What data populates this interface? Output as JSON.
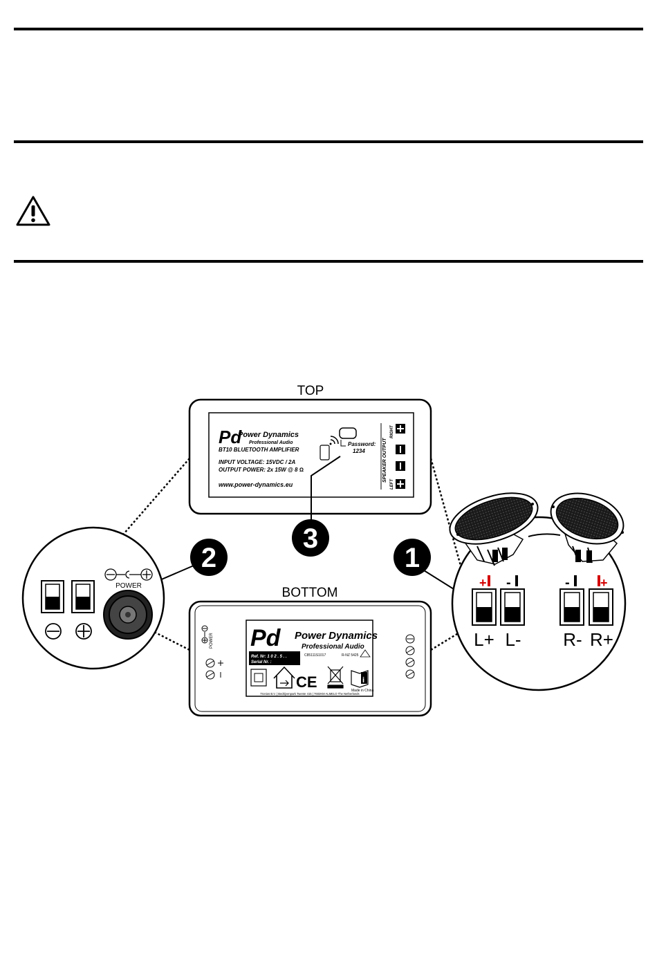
{
  "diagram": {
    "top_label": "TOP",
    "bottom_label": "BOTTOM",
    "callouts": [
      "1",
      "2",
      "3"
    ],
    "top_panel": {
      "brand": "Power Dynamics",
      "brand_sub": "Professional Audio",
      "model": "BT10 BLUETOOTH AMPLIFIER",
      "input_voltage": "INPUT VOLTAGE:    15VDC / 2A",
      "output_power": "OUTPUT POWER: 2x 15W @ 8 Ω",
      "website": "www.power-dynamics.eu",
      "password_label": "Password:",
      "password_value": "1234",
      "speaker_output": "SPEAKER OUTPUT",
      "right": "RIGHT",
      "left": "LEFT"
    },
    "bottom_panel": {
      "brand": "Power Dynamics",
      "brand_sub": "Professional Audio",
      "ref_no": "Ref. Nr:    1 0 2 . 5 . .",
      "serial_no": "Serial Nr.  :",
      "cert_code": "C85111S1017",
      "rcm_code": "R-NZ 5425",
      "made_in": "Made in China",
      "address": "Tronios B.V. | Bedrijvenpark Twente 415 | 7602KM ALMELO The Netherlands",
      "power_label": "POWER"
    },
    "left_zoom": {
      "power_label": "POWER",
      "minus": "⊖",
      "plus": "⊕"
    },
    "right_zoom": {
      "labels_top": [
        "+",
        "-",
        "-",
        "+"
      ],
      "labels_bottom": [
        "L+",
        "L-",
        "R-",
        "R+"
      ]
    },
    "colors": {
      "polarity_red": "#d40000"
    }
  }
}
